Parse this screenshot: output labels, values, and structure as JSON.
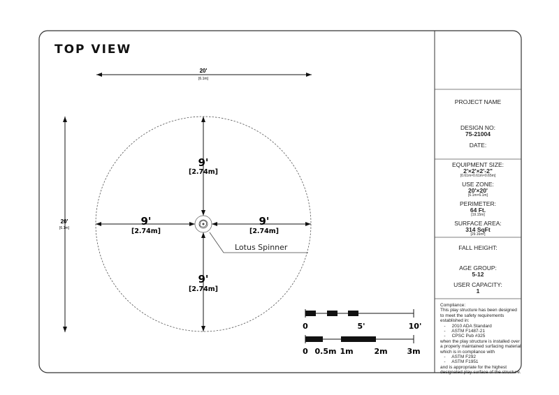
{
  "drawing": {
    "title": "TOP VIEW",
    "dim_top": {
      "ft": "20'",
      "m": "[6.1m]"
    },
    "dim_left": {
      "ft": "20'",
      "m": "[6.1m]"
    },
    "radius_top": {
      "ft": "9'",
      "m": "[2.74m]"
    },
    "radius_left": {
      "ft": "9'",
      "m": "[2.74m]"
    },
    "radius_right": {
      "ft": "9'",
      "m": "[2.74m]"
    },
    "radius_bottom": {
      "ft": "9'",
      "m": "[2.74m]"
    },
    "callout": "Lotus Spinner"
  },
  "scale_bar_ft": {
    "labels": [
      "0",
      "5'",
      "10'"
    ]
  },
  "scale_bar_m": {
    "labels": [
      "0",
      "0.5m",
      "1m",
      "2m",
      "3m"
    ]
  },
  "title_block": {
    "project_name": "PROJECT NAME",
    "design_no_label": "DESIGN NO:",
    "design_no": "75-21004",
    "date_label": "DATE:",
    "equipment_size_label": "EQUIPMENT SIZE:",
    "equipment_size": "2'×2'×2'-2\"",
    "equipment_size_m": "[0.61m×0.61m×0.65m]",
    "use_zone_label": "USE ZONE:",
    "use_zone": "20'×20'",
    "use_zone_m": "[6.1m×6.1m]",
    "perimeter_label": "PERIMETER:",
    "perimeter": "64 Ft.",
    "perimeter_m": "[19.15m]",
    "surface_area_label": "SURFACE AREA:",
    "surface_area": "314 SqFt",
    "surface_area_m": "[29.16m²]",
    "fall_height_label": "FALL HEIGHT:",
    "age_group_label": "AGE GROUP:",
    "age_group": "5-12",
    "user_capacity_label": "USER CAPACITY:",
    "user_capacity": "1"
  },
  "compliance": {
    "lines": [
      "Compliance:",
      "This play structure has been designed",
      "to meet the safety requirements",
      "established in:",
      "   -     2010 ADA Standard",
      "   -     ASTM F1487-21",
      "   -     CPSC Pub #325",
      "when the play structure is installed over",
      "a properly maintained surfacing material",
      "which is in compliance with",
      "   -     ASTM F292",
      "   -     ASTM F1951",
      "and is appropriate for the highest",
      "designated play surface of the structure."
    ]
  }
}
